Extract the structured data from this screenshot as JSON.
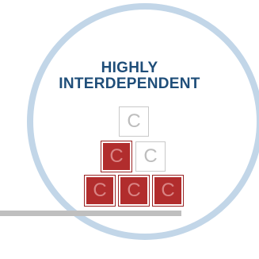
{
  "title": {
    "line1": "HIGHLY",
    "line2": "INTERDEPENDENT"
  },
  "colors": {
    "ring": "#c2d6e8",
    "title": "#1f4e79",
    "block_filled": "#b12d2d",
    "block_outline": "#c9c9c9",
    "base_bar": "#bfbfbf"
  },
  "blocks": [
    {
      "row": "top",
      "state": "outline",
      "letter": "C"
    },
    {
      "row": "middle",
      "state": "filled",
      "letter": "C"
    },
    {
      "row": "middle",
      "state": "outline",
      "letter": "C"
    },
    {
      "row": "bottom",
      "state": "filled",
      "letter": "C"
    },
    {
      "row": "bottom",
      "state": "filled",
      "letter": "C"
    },
    {
      "row": "bottom",
      "state": "filled",
      "letter": "C"
    }
  ]
}
